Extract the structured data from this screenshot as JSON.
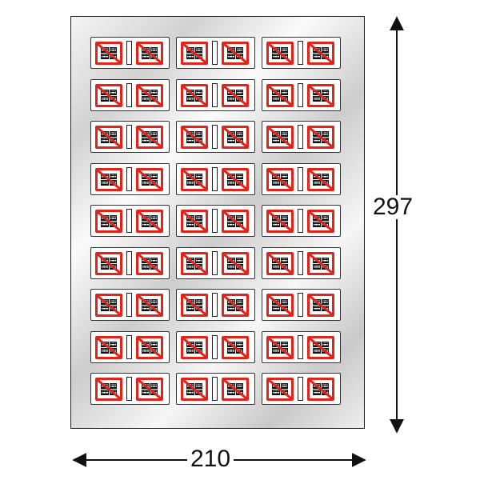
{
  "sheet": {
    "rows": 9,
    "columns": 3,
    "sign_color": "#e2231a",
    "sign_icon": "prohibition-sign-icon"
  },
  "dimensions": {
    "width_label": "210",
    "height_label": "297"
  }
}
